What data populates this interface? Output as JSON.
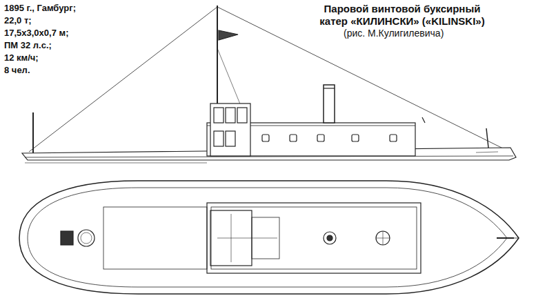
{
  "diagram": {
    "title": "Паровой винтовой буксирный катер «КИЛИНСКИ» («KILINSKI»)",
    "caption": "(рис. М.Кулигилевича)",
    "labels": [
      "1895 г., Гамбург;",
      "22,0 т;",
      "17,5х3,0х0,7 м;",
      "ПМ 32 л.с.;",
      "12 км/ч;",
      "8 чел."
    ]
  }
}
